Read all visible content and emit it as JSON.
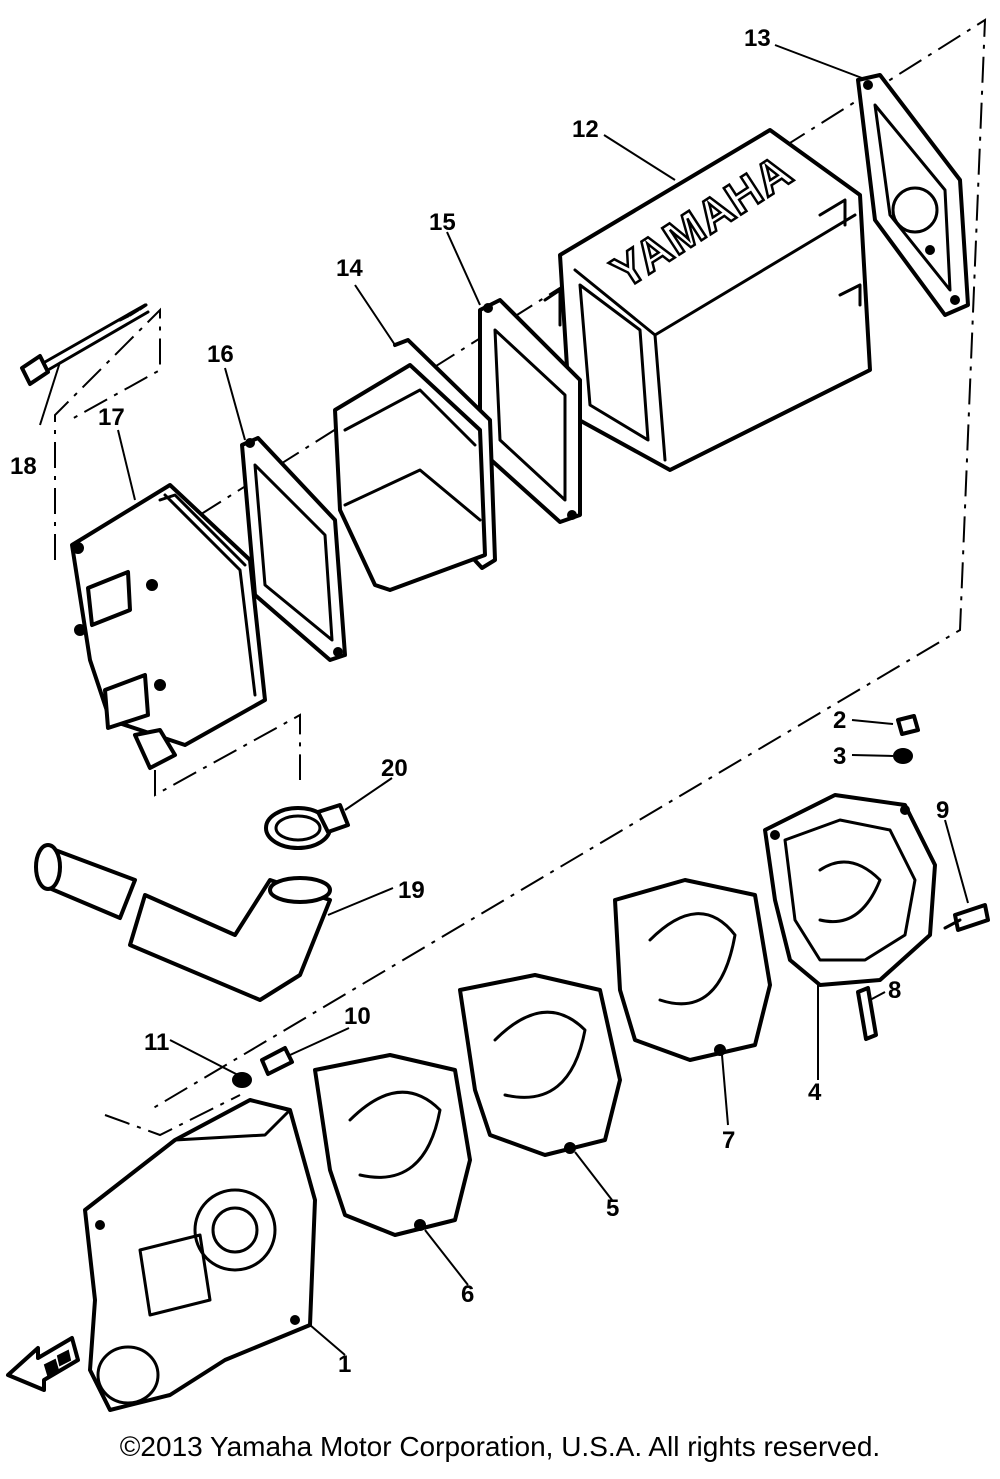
{
  "diagram": {
    "brand_text": "YAMAHA",
    "callouts": [
      {
        "id": "1",
        "label": "1"
      },
      {
        "id": "2",
        "label": "2"
      },
      {
        "id": "3",
        "label": "3"
      },
      {
        "id": "4",
        "label": "4"
      },
      {
        "id": "5",
        "label": "5"
      },
      {
        "id": "6",
        "label": "6"
      },
      {
        "id": "7",
        "label": "7"
      },
      {
        "id": "8",
        "label": "8"
      },
      {
        "id": "9",
        "label": "9"
      },
      {
        "id": "10",
        "label": "10"
      },
      {
        "id": "11",
        "label": "11"
      },
      {
        "id": "12",
        "label": "12"
      },
      {
        "id": "13",
        "label": "13"
      },
      {
        "id": "14",
        "label": "14"
      },
      {
        "id": "15",
        "label": "15"
      },
      {
        "id": "16",
        "label": "16"
      },
      {
        "id": "17",
        "label": "17"
      },
      {
        "id": "18",
        "label": "18"
      },
      {
        "id": "19",
        "label": "19"
      },
      {
        "id": "20",
        "label": "20"
      }
    ]
  },
  "footer": {
    "copyright": "©2013 Yamaha Motor Corporation, U.S.A. All rights reserved."
  }
}
